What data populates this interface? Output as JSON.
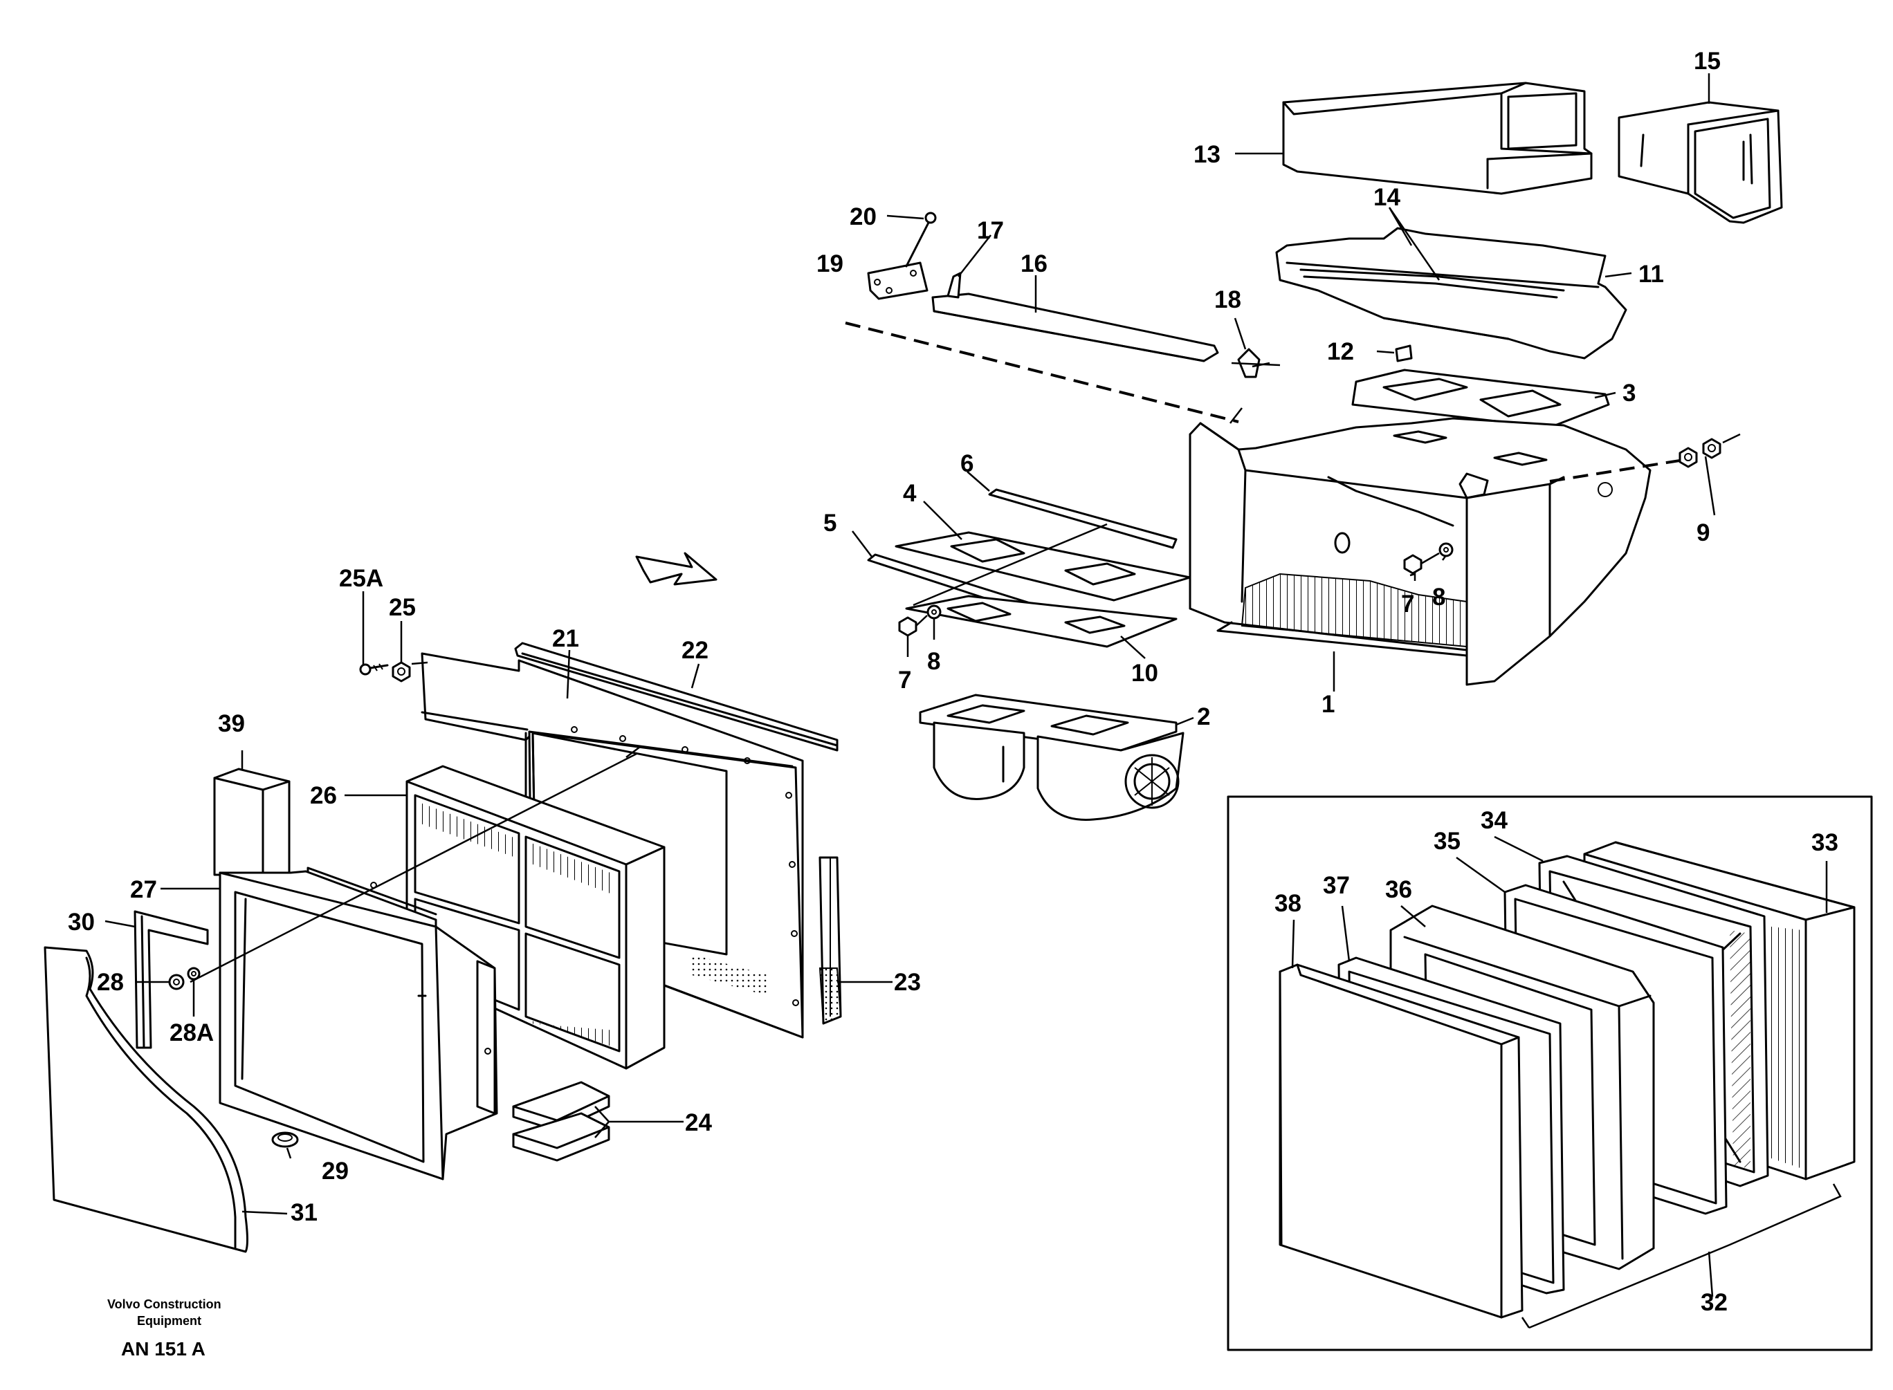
{
  "figure": {
    "labels": {
      "l1": "1",
      "l2": "2",
      "l3": "3",
      "l4": "4",
      "l5": "5",
      "l6": "6",
      "l7a": "7",
      "l7b": "7",
      "l8a": "8",
      "l8b": "8",
      "l9": "9",
      "l10": "10",
      "l11": "11",
      "l12": "12",
      "l13": "13",
      "l14": "14",
      "l15": "15",
      "l16": "16",
      "l17": "17",
      "l18": "18",
      "l19": "19",
      "l20": "20",
      "l21": "21",
      "l22": "22",
      "l23": "23",
      "l24": "24",
      "l25": "25",
      "l25a": "25A",
      "l26": "26",
      "l27": "27",
      "l28": "28",
      "l28a": "28A",
      "l29": "29",
      "l30": "30",
      "l31": "31",
      "l32": "32",
      "l33": "33",
      "l34": "34",
      "l35": "35",
      "l36": "36",
      "l37": "37",
      "l38": "38",
      "l39": "39"
    },
    "footer": {
      "company_line1": "Volvo Construction",
      "company_line2": "Equipment",
      "drawing_code": "AN 151 A"
    }
  }
}
